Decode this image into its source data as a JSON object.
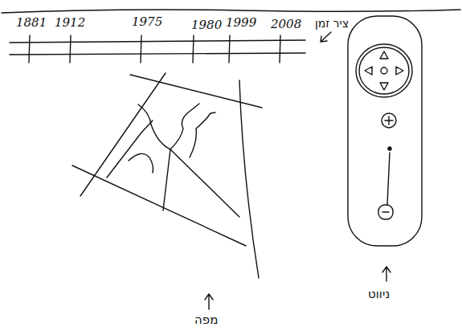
{
  "diagram": {
    "labels": [
      "1881",
      "1912",
      "1975",
      "1980",
      "1999",
      "2008",
      "ציר זמן",
      "מפה",
      "ניווט"
    ]
  }
}
